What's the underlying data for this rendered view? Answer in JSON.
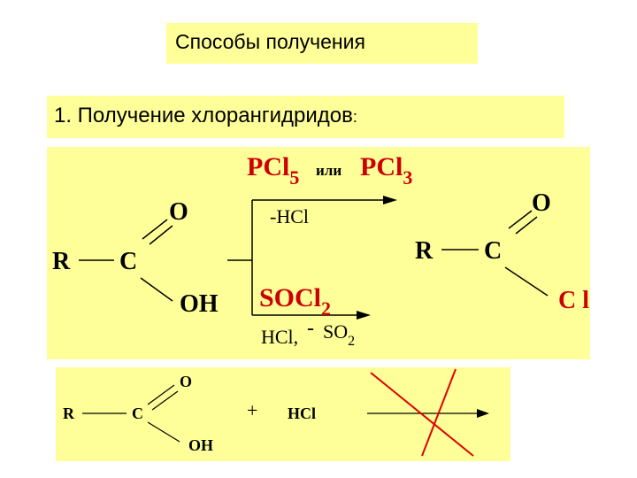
{
  "title": "Способы получения",
  "heading": "1. Получение хлорангидридов",
  "heading_colon": ":",
  "reaction1": {
    "reactant": {
      "r": "R",
      "c": "C",
      "o": "O",
      "oh": "OH"
    },
    "reagent_top": {
      "pcl": "PCl",
      "sub5": "5",
      "or": "или",
      "pcl3": "PCl",
      "sub3": "3"
    },
    "byproduct_top": "-HCl",
    "reagent_bottom": {
      "socl": "SOCl",
      "sub2": "2"
    },
    "byproduct_bottom": {
      "hcl": "HCl,",
      "minus": "-",
      "so": "SO",
      "sub2": "2"
    },
    "product": {
      "r": "R",
      "c": "C",
      "o": "O",
      "cl": "C l"
    },
    "dash": "—"
  },
  "reaction2": {
    "reactant": {
      "r": "R",
      "c": "C",
      "o": "O",
      "oh": "OH"
    },
    "plus": "+",
    "reagent": "HCl"
  },
  "colors": {
    "highlight": "#ffff99",
    "reagent_red": "#cc0000",
    "cross_red": "#e00000"
  }
}
